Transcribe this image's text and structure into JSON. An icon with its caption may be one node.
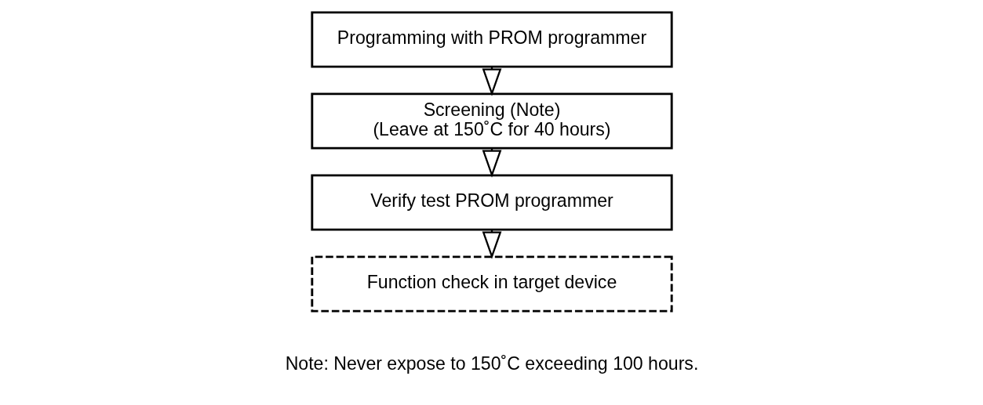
{
  "diagram": {
    "nodes": [
      {
        "text": [
          "Programming with PROM programmer"
        ]
      },
      {
        "text": [
          "Screening (Note)",
          "(Leave at 150˚C for 40 hours)"
        ]
      },
      {
        "text": [
          "Verify test PROM programmer"
        ]
      },
      {
        "text": [
          "Function check in target device"
        ]
      }
    ],
    "edges": [
      {
        "from": 0,
        "to": 1,
        "arrow": "to"
      },
      {
        "from": 1,
        "to": 2,
        "arrow": "to"
      },
      {
        "from": 2,
        "to": 3,
        "arrow": "to"
      }
    ],
    "labels": [
      "Note: Never expose to 150˚C exceeding 100 hours."
    ]
  }
}
